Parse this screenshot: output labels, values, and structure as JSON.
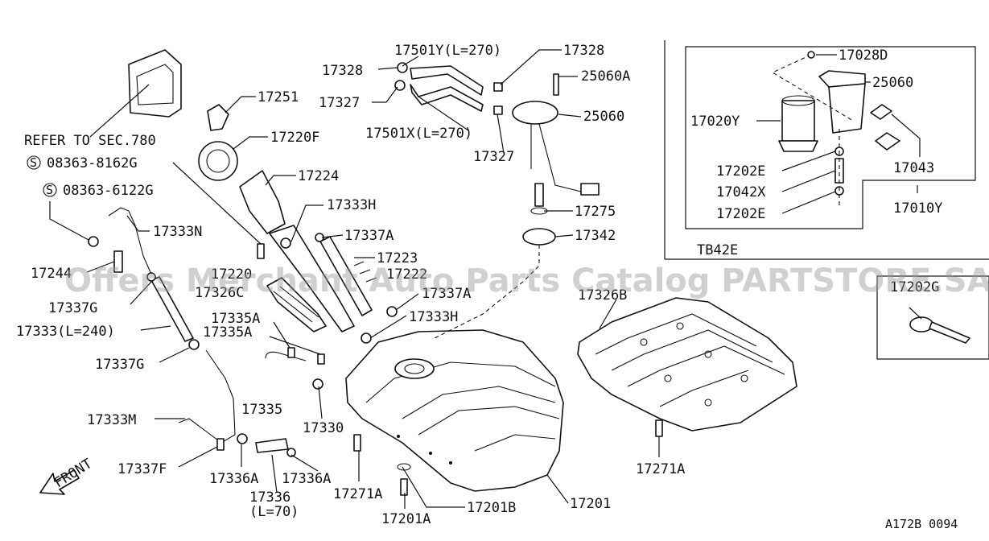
{
  "watermark": "Offers Merchant Auto Parts Catalog PARTSTORE.SA",
  "diagram_code": "A172B 0094",
  "inset_title": "TB42E",
  "front_label": "FRONT",
  "labels": {
    "p17501Y": "17501Y(L=270)",
    "p17328_left": "17328",
    "p17328_right": "17328",
    "p17327_left": "17327",
    "p17327_right": "17327",
    "p25060A": "25060A",
    "p25060_main": "25060",
    "p17501X": "17501X(L=270)",
    "p17251": "17251",
    "p17220F": "17220F",
    "p17224": "17224",
    "ref_sec": "REFER TO SEC.780",
    "bolt1": "08363-8162G",
    "bolt2": "08363-6122G",
    "p17333H_top": "17333H",
    "p17333N": "17333N",
    "p17337A_top": "17337A",
    "p17223": "17223",
    "p17244": "17244",
    "p17222": "17222",
    "p17220": "17220",
    "p17326C": "17326C",
    "p17337A_mid": "17337A",
    "p17337G_top": "17337G",
    "p17333_L240": "17333(L=240)",
    "p17333H_mid": "17333H",
    "p17335A_1": "17335A",
    "p17335A_2": "17335A",
    "p17337G_bot": "17337G",
    "p17335": "17335",
    "p17330": "17330",
    "p17333M": "17333M",
    "p17337F": "17337F",
    "p17336A_1": "17336A",
    "p17336A_2": "17336A",
    "p17336": "17336",
    "p17336_len": "(L=70)",
    "p17271A_left": "17271A",
    "p17201A": "17201A",
    "p17201B": "17201B",
    "p17201": "17201",
    "p17275": "17275",
    "p17342": "17342",
    "p17326B": "17326B",
    "p17271A_right": "17271A",
    "p17028D": "17028D",
    "p25060_inset": "25060",
    "p17020Y": "17020Y",
    "p17202E_1": "17202E",
    "p17042X": "17042X",
    "p17202E_2": "17202E",
    "p17043": "17043",
    "p17010Y": "17010Y",
    "p17202G": "17202G"
  }
}
